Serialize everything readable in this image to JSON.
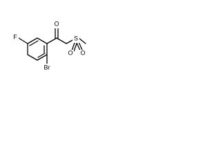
{
  "molecule": {
    "atoms": {
      "fluorine": "F",
      "bromine": "Br",
      "carbonyl_oxygen": "O",
      "sulfur": "S",
      "sulfonyl_oxygen_1": "O",
      "sulfonyl_oxygen_2": "O"
    }
  },
  "colors": {
    "bond": "#000000",
    "background": "#ffffff"
  }
}
